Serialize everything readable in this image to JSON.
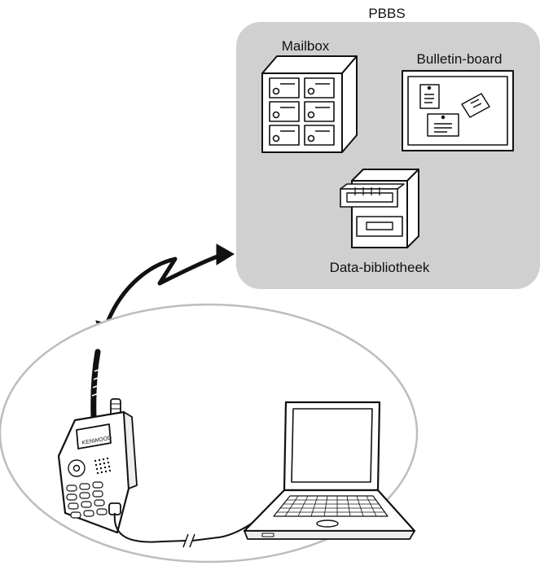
{
  "labels": {
    "pbbs": "PBBS",
    "mailbox": "Mailbox",
    "bulletin_board": "Bulletin-board",
    "data_library": "Data-bibliotheek"
  },
  "radio_brand": "KENWOOD",
  "colors": {
    "panel_fill": "#d0d0d0",
    "stroke": "#111111",
    "background": "#ffffff"
  }
}
